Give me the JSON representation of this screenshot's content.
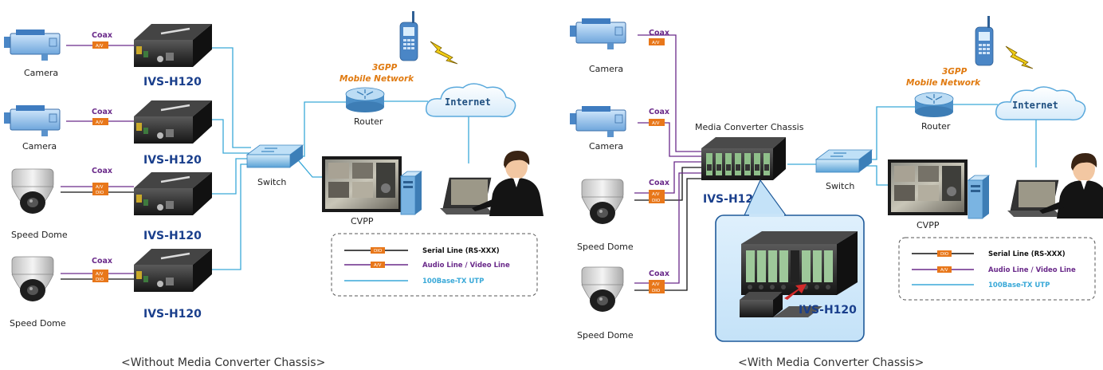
{
  "colors": {
    "utp": "#3aa9d8",
    "coax": "#6a2a8a",
    "serial": "#111111",
    "tag": "#e8771a",
    "model": "#1a3f8c",
    "network": "#e07a10"
  },
  "labels": {
    "camera": "Camera",
    "speed_dome": "Speed Dome",
    "coax": "Coax",
    "av": "A/V",
    "dio": "DIO",
    "model": "IVS-H120",
    "switch": "Switch",
    "router": "Router",
    "internet": "Internet",
    "gpp_line1": "3GPP",
    "gpp_line2": "Mobile Network",
    "cvpp": "CVPP",
    "chassis": "Media Converter Chassis"
  },
  "legend": {
    "serial": "Serial Line (RS-XXX)",
    "av": "Audio Line / Video Line",
    "utp": "100Base-TX UTP"
  },
  "captions": {
    "left": "<Without Media Converter Chassis>",
    "right": "<With Media Converter Chassis>"
  }
}
